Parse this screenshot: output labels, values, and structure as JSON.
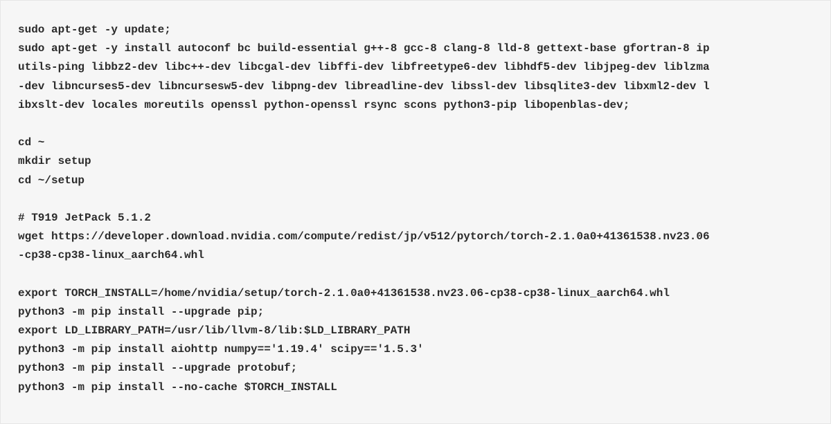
{
  "code_block": {
    "lines": [
      "sudo apt-get -y update;",
      "sudo apt-get -y install autoconf bc build-essential g++-8 gcc-8 clang-8 lld-8 gettext-base gfortran-8 ip",
      "utils-ping libbz2-dev libc++-dev libcgal-dev libffi-dev libfreetype6-dev libhdf5-dev libjpeg-dev liblzma",
      "-dev libncurses5-dev libncursesw5-dev libpng-dev libreadline-dev libssl-dev libsqlite3-dev libxml2-dev l",
      "ibxslt-dev locales moreutils openssl python-openssl rsync scons python3-pip libopenblas-dev;",
      "",
      "cd ~",
      "mkdir setup",
      "cd ~/setup",
      "",
      "# T919 JetPack 5.1.2",
      "wget https://developer.download.nvidia.com/compute/redist/jp/v512/pytorch/torch-2.1.0a0+41361538.nv23.06",
      "-cp38-cp38-linux_aarch64.whl",
      "",
      "export TORCH_INSTALL=/home/nvidia/setup/torch-2.1.0a0+41361538.nv23.06-cp38-cp38-linux_aarch64.whl",
      "python3 -m pip install --upgrade pip;",
      "export LD_LIBRARY_PATH=/usr/lib/llvm-8/lib:$LD_LIBRARY_PATH",
      "python3 -m pip install aiohttp numpy=='1.19.4' scipy=='1.5.3'",
      "python3 -m pip install --upgrade protobuf;",
      "python3 -m pip install --no-cache $TORCH_INSTALL"
    ]
  }
}
